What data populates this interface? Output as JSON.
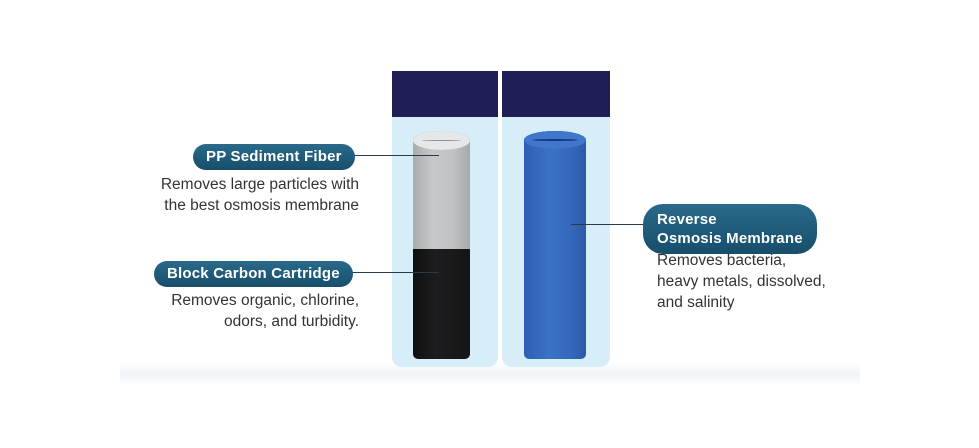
{
  "labels": {
    "pp_sediment": {
      "title": "PP Sediment Fiber",
      "desc_lines": [
        "Removes large particles with",
        "the best osmosis membrane"
      ]
    },
    "block_carbon": {
      "title": "Block Carbon Cartridge",
      "desc_lines": [
        "Removes organic, chlorine,",
        "odors, and turbidity."
      ]
    },
    "reverse_osmosis": {
      "title_lines": [
        "Reverse",
        "Osmosis Membrane"
      ],
      "desc_lines": [
        "Removes bacteria,",
        "heavy metals, dissolved,",
        "and salinity"
      ]
    }
  },
  "colors": {
    "label_pill": "#1d5a7a",
    "cap": "#1f1f56",
    "housing_glass": "#d7eef8",
    "sediment_cartridge": "#c2c4c6",
    "carbon_cartridge": "#19191a",
    "ro_membrane": "#3568bd"
  },
  "icons": {
    "left_housing": "filter-housing-icon",
    "right_housing": "filter-housing-icon"
  }
}
